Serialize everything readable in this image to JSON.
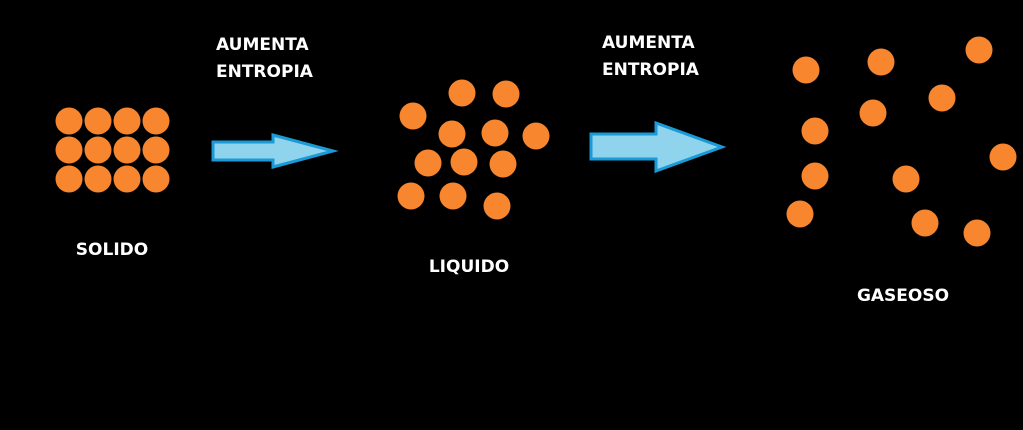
{
  "colors": {
    "particle": "#f7862f",
    "arrow_fill": "#8fd3ec",
    "arrow_stroke": "#1a9ad6",
    "text": "#ffffff",
    "background": "#000000"
  },
  "arrows": [
    {
      "line1": "AUMENTA",
      "line2": "ENTROPIA"
    },
    {
      "line1": "AUMENTA",
      "line2": "ENTROPIA"
    }
  ],
  "states": [
    {
      "label": "SOLIDO",
      "particle_count": 12
    },
    {
      "label": "LIQUIDO",
      "particle_count": 12
    },
    {
      "label": "GASEOSO",
      "particle_count": 12
    }
  ]
}
